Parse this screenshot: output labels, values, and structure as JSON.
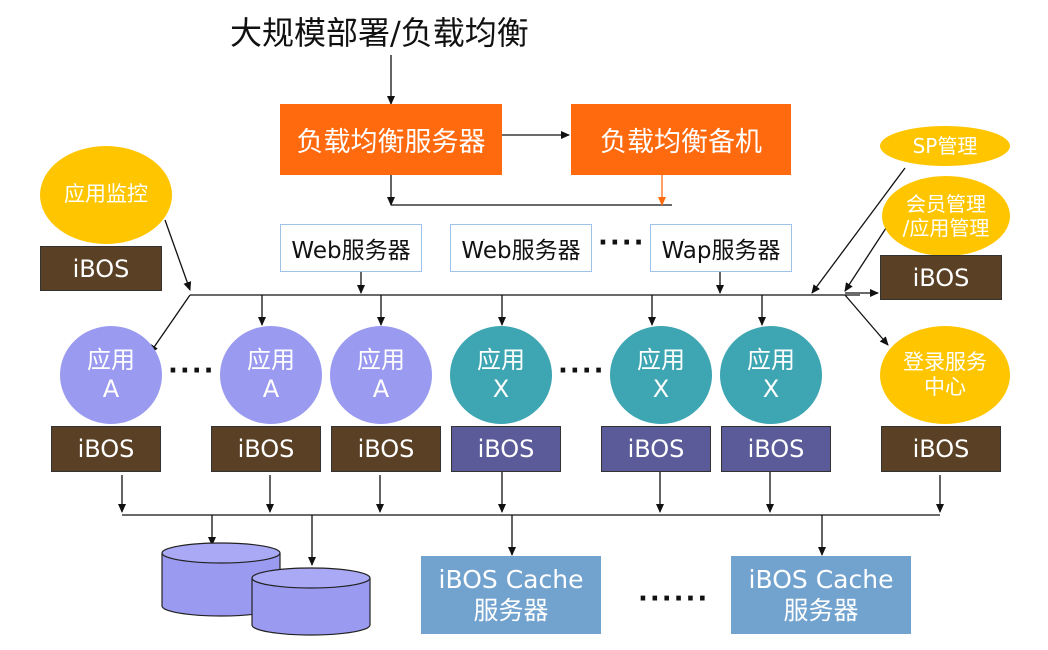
{
  "title": "大规模部署/负载均衡",
  "lb_main": "负载均衡服务器",
  "lb_backup": "负载均衡备机",
  "web_servers": [
    "Web服务器",
    "Web服务器",
    "Wap服务器"
  ],
  "dots_short": "····",
  "dots_long": "······",
  "monitor": "应用监控",
  "sp_manage": "SP管理",
  "member_manage": [
    "会员管理",
    "/应用管理"
  ],
  "login_center": [
    "登录服务",
    "中心"
  ],
  "ibos": "iBOS",
  "apps_a": [
    {
      "line1": "应用",
      "line2": "A"
    },
    {
      "line1": "应用",
      "line2": "A"
    },
    {
      "line1": "应用",
      "line2": "A"
    }
  ],
  "apps_x": [
    {
      "line1": "应用",
      "line2": "X"
    },
    {
      "line1": "应用",
      "line2": "X"
    },
    {
      "line1": "应用",
      "line2": "X"
    }
  ],
  "cache_servers": [
    {
      "line1": "iBOS Cache",
      "line2": "服务器"
    },
    {
      "line1": "iBOS Cache",
      "line2": "服务器"
    }
  ],
  "colors": {
    "orange": "#ff6a0f",
    "brown": "#5a4025",
    "purple": "#5b5b9a",
    "lavender": "#9a9af0",
    "teal": "#3ea5b2",
    "yellow": "#ffc600",
    "cache_blue": "#72a3cf",
    "db_fill": "#9a9af0"
  }
}
